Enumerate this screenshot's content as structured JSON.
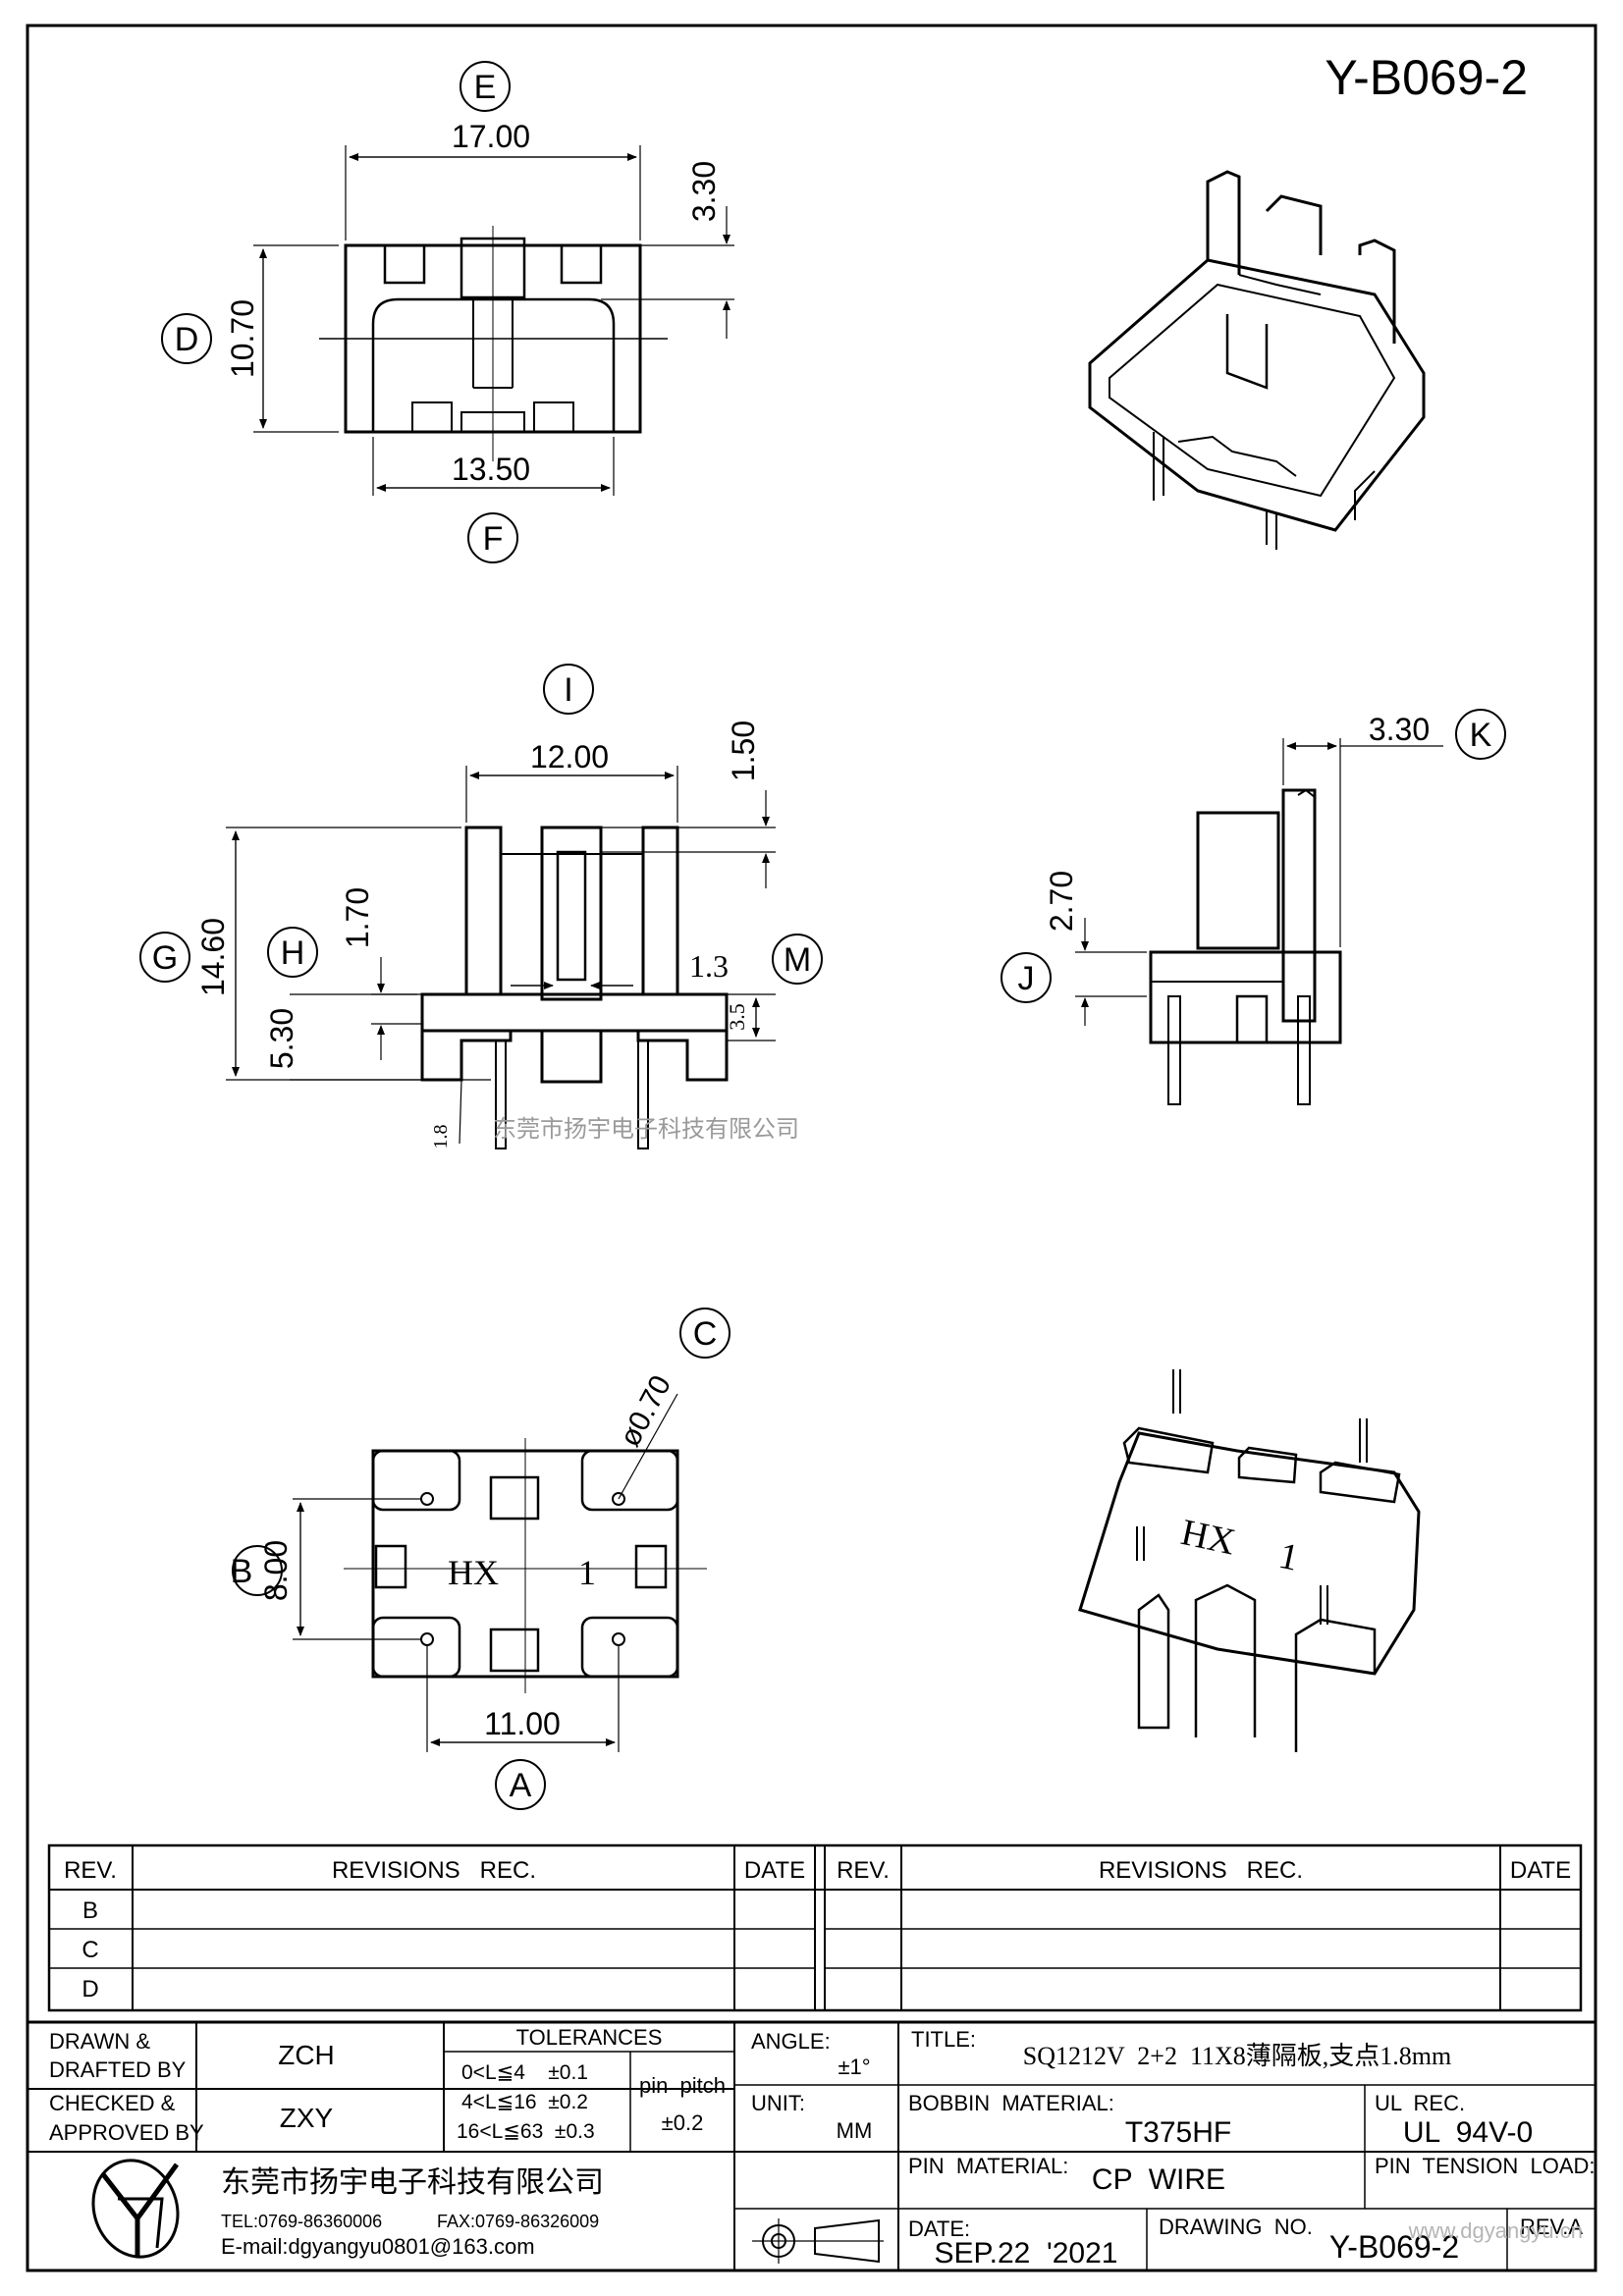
{
  "drawing": {
    "number": "Y-B069-2",
    "watermark": "东莞市扬宇电子科技有限公司",
    "website": "www.dgyangyu.cn"
  },
  "top_view": {
    "label_top": "E",
    "label_left": "D",
    "label_bottom": "F",
    "dim_width": "17.00",
    "dim_height": "10.70",
    "dim_bottom": "13.50",
    "dim_right": "3.30"
  },
  "front_view": {
    "label_top": "I",
    "label_g": "G",
    "label_h": "H",
    "label_m": "M",
    "dim_width": "12.00",
    "dim_top": "1.50",
    "dim_height": "14.60",
    "dim_17": "1.70",
    "dim_53": "5.30",
    "dim_13": "1.3",
    "dim_35": "3.5",
    "dim_18": "1.8"
  },
  "side_view": {
    "label_k": "K",
    "label_j": "J",
    "dim_33": "3.30",
    "dim_27": "2.70"
  },
  "bottom_view": {
    "label_c": "C",
    "label_b": "B",
    "label_a": "A",
    "dim_diam": "ø0.70",
    "dim_8": "8.00",
    "dim_11": "11.00",
    "mark_hx": "HX",
    "mark_1": "1"
  },
  "iso_bottom": {
    "mark_hx": "HX",
    "mark_1": "1"
  },
  "revisions": {
    "headers": [
      "REV.",
      "REVISIONS   REC.",
      "DATE",
      "REV.",
      "REVISIONS   REC.",
      "DATE"
    ],
    "rows": [
      "B",
      "C",
      "D"
    ]
  },
  "title_block": {
    "drawn_label1": "DRAWN &",
    "drawn_label2": "DRAFTED BY",
    "drawn_value": "ZCH",
    "checked_label1": "CHECKED &",
    "checked_label2": "APPROVED BY",
    "checked_value": "ZXY",
    "tolerances_title": "TOLERANCES",
    "tol_rows": [
      "0<L≦4    ±0.1",
      "4<L≦16  ±0.2",
      "16<L≦63  ±0.3"
    ],
    "pin_pitch_label": "pin  pitch",
    "pin_pitch_value": "±0.2",
    "angle_label": "ANGLE:",
    "angle_value": "±1°",
    "unit_label": "UNIT:",
    "unit_value": "MM",
    "title_label": "TITLE:",
    "title_value": "SQ1212V  2+2  11X8薄隔板,支点1.8mm",
    "bobbin_label": "BOBBIN  MATERIAL:",
    "bobbin_value": "T375HF",
    "ul_label": "UL  REC.",
    "ul_value": "UL  94V-0",
    "pin_mat_label": "PIN  MATERIAL:",
    "pin_mat_value": "CP  WIRE",
    "pin_tension_label": "PIN  TENSION  LOAD:",
    "date_label": "DATE:",
    "date_value": "SEP.22  '2021",
    "drawing_no_label": "DRAWING  NO.",
    "drawing_no_value": "Y-B069-2",
    "rev_label": "REV.A",
    "company_name": "东莞市扬宇电子科技有限公司",
    "tel": "TEL:0769-86360006",
    "fax": "FAX:0769-86326009",
    "email": "E-mail:dgyangyu0801@163.com"
  }
}
